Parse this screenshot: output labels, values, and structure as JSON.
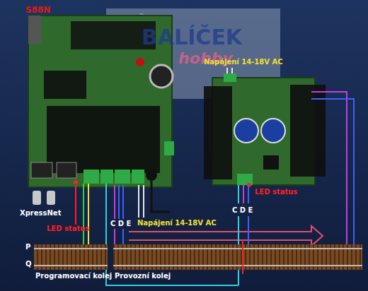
{
  "diagram": {
    "labels": [
      "S88N",
      "BALÍČEK",
      "hobby",
      "Napájení 14-18V AC",
      "XpressNet",
      "LED status",
      "C D E",
      "Napájení 14-18V AC",
      "C D E",
      "LED status",
      "P",
      "Q",
      "Programovací kolej",
      "Provozní kolej"
    ]
  }
}
